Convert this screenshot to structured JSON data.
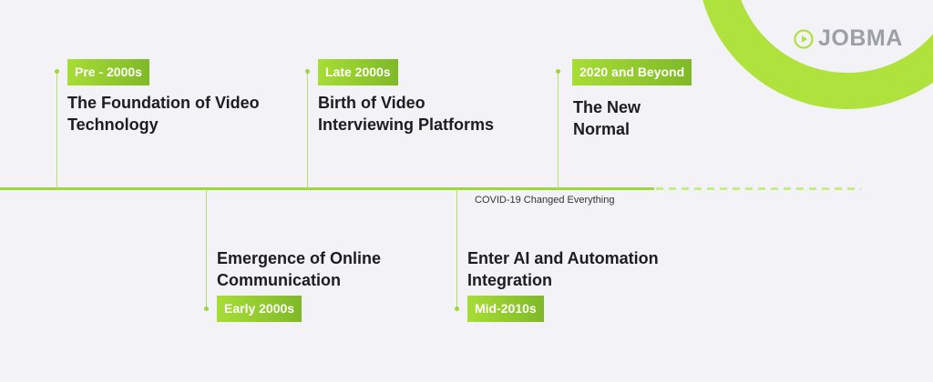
{
  "brand": {
    "name": "JOBMA",
    "icon": "play-circle-icon",
    "accent": "#b0e23d"
  },
  "milestones": [
    {
      "period": "Pre - 2000s",
      "title_line1": "The Foundation of Video",
      "title_line2": "Technology"
    },
    {
      "period": "Early 2000s",
      "title_line1": "Emergence of Online",
      "title_line2": "Communication"
    },
    {
      "period": "Late 2000s",
      "title_line1": "Birth of Video",
      "title_line2": "Interviewing Platforms"
    },
    {
      "period": "Mid-2010s",
      "title_line1": "Enter AI and Automation",
      "title_line2": "Integration",
      "note": "COVID-19 Changed Everything"
    },
    {
      "period": "2020 and Beyond",
      "title_line1": "The New",
      "title_line2": "Normal"
    }
  ]
}
